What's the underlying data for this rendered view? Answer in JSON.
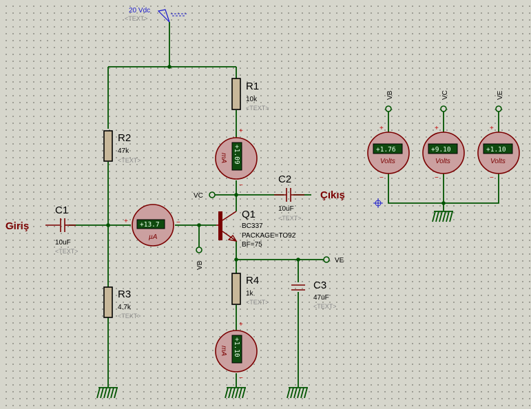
{
  "power": {
    "label": "20 Vdc",
    "text": "<TEXT>"
  },
  "r1": {
    "ref": "R1",
    "value": "10k",
    "text": "<TEXT>"
  },
  "r2": {
    "ref": "R2",
    "value": "47k",
    "text": "<TEXT>"
  },
  "r3": {
    "ref": "R3",
    "value": "4.7k",
    "text": "<TEXT>"
  },
  "r4": {
    "ref": "R4",
    "value": "1k",
    "text": "<TEXT>"
  },
  "c1": {
    "ref": "C1",
    "value": "10uF",
    "text": "<TEXT>"
  },
  "c2": {
    "ref": "C2",
    "value": "10uF",
    "text": "<TEXT>"
  },
  "c3": {
    "ref": "C3",
    "value": "47uF",
    "text": "<TEXT>"
  },
  "q1": {
    "ref": "Q1",
    "model": "BC337",
    "package": "PACKAGE=TO92",
    "bf": "BF=75"
  },
  "ports": {
    "input": "Giriş",
    "output": "Çıkış"
  },
  "terminals": {
    "vc": "VC",
    "ve": "VE",
    "vb": "VB"
  },
  "meters": {
    "ib": {
      "reading": "+13.7",
      "unit": "µA"
    },
    "ic": {
      "reading": "+1.09",
      "unit": "mA"
    },
    "ie": {
      "reading": "+1.10",
      "unit": "mA"
    },
    "vb": {
      "reading": "+1.76",
      "unit": "Volts",
      "label": "VB"
    },
    "vc": {
      "reading": "+9.10",
      "unit": "Volts",
      "label": "VC"
    },
    "ve": {
      "reading": "+1.10",
      "unit": "Volts",
      "label": "VE"
    }
  },
  "signs": {
    "plus": "+",
    "minus": "−"
  }
}
